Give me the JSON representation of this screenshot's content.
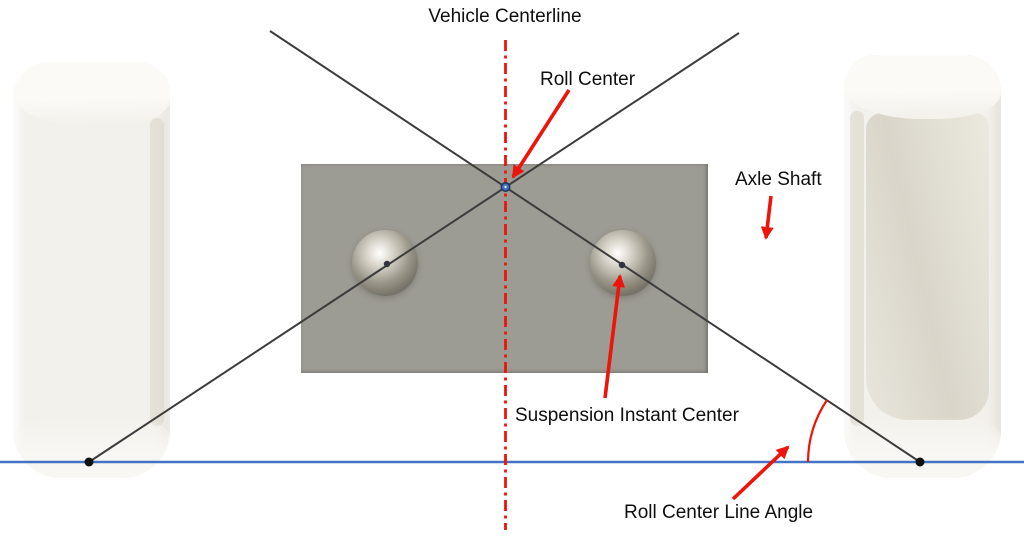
{
  "diagram": {
    "description": "Vehicle suspension roll center geometry diagram",
    "labels": {
      "vehicle_centerline": "Vehicle Centerline",
      "roll_center": "Roll Center",
      "axle_shaft": "Axle Shaft",
      "suspension_instant_center": "Suspension Instant Center",
      "roll_center_line_angle": "Roll Center Line Angle"
    },
    "colors": {
      "annotation_red": "#ee1409",
      "ground_blue": "#4472c4",
      "construction_line": "#3c3c3c",
      "chassis_gray": "#9c9b94",
      "roll_center_dot_fill": "#4472c4",
      "roll_center_dot_edge": "#203864"
    }
  }
}
